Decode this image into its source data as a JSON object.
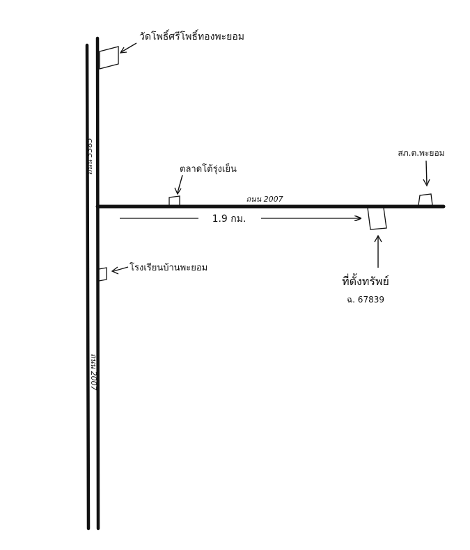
{
  "map": {
    "roads": {
      "vertical_upper": {
        "label": "ถนน 3385"
      },
      "vertical_lower": {
        "label": "ถนน 2007"
      },
      "horizontal": {
        "label": "ถนน 2007"
      }
    },
    "landmarks": {
      "temple": {
        "label": "วัดโพธิ์ศรีโพธิ์ทองพะยอม"
      },
      "market": {
        "label": "ตลาดโต้รุ่งเย็น"
      },
      "police_station": {
        "label": "สภ.ต.พะยอม"
      },
      "school": {
        "label": "โรงเรียนบ้านพะยอม"
      },
      "property": {
        "label": "ที่ตั้งทรัพย์",
        "sublabel": "ฉ. 67839"
      }
    },
    "distance": {
      "label": "1.9 กม."
    }
  },
  "colors": {
    "ink": "#111111",
    "paper": "#ffffff"
  }
}
